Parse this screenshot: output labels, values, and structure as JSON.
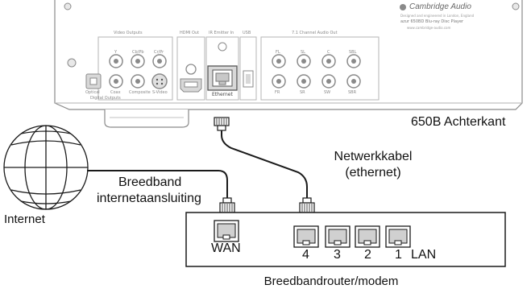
{
  "labels": {
    "rear_view": "650B Achterkant",
    "network_cable_line1": "Netwerkkabel",
    "network_cable_line2": "(ethernet)",
    "broadband_line1": "Breedband",
    "broadband_line2": "internetaansluiting",
    "internet": "Internet",
    "router": "Breedbandrouter/modem",
    "wan": "WAN",
    "lan": "LAN",
    "lan_ports": [
      "4",
      "3",
      "2",
      "1"
    ]
  },
  "panel": {
    "brand": "Cambridge Audio",
    "brand_tagline": "Designed and engineered in London, England",
    "model": "azur 650BD Blu-ray Disc Player",
    "website": "www.cambridge-audio.com",
    "video_outputs": "Video Outputs",
    "video_y": "Y",
    "video_pb": "Cb/Pb",
    "video_pr": "Cr/Pr",
    "hdmi_out": "HDMI Out",
    "ir_emitter": "IR Emitter In",
    "usb": "USB",
    "audio_out": "7.1 Channel Audio Out",
    "audio_fl": "FL",
    "audio_sl": "SL",
    "audio_c": "C",
    "audio_sbl": "SBL",
    "audio_fr": "FR",
    "audio_sr": "SR",
    "audio_sw": "SW",
    "audio_sbr": "SBR",
    "digital_outputs": "Digital Outputs",
    "optical": "Optical",
    "coax": "Coax",
    "composite": "Composite",
    "svideo": "S-Video",
    "ethernet": "Ethernet"
  },
  "colors": {
    "line": "#1a1a1a",
    "panel_stroke": "#9a9a9a",
    "panel_fill": "#ffffff",
    "port_fill": "#d8d8d8"
  }
}
